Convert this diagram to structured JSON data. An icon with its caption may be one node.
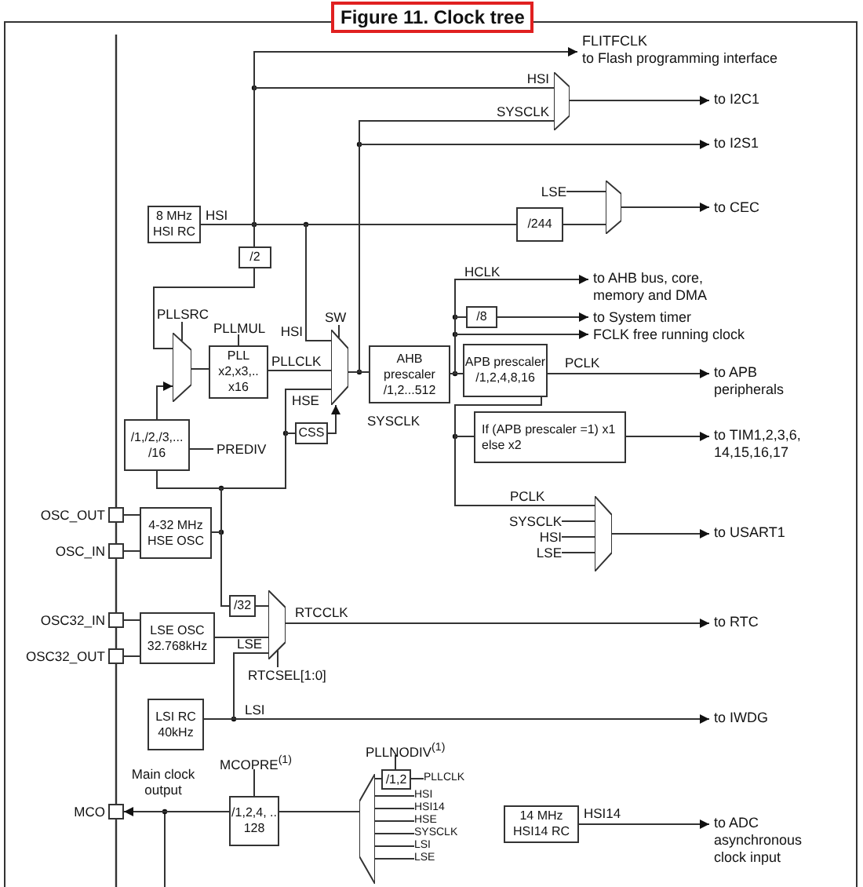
{
  "diagram": {
    "title": "Figure 11. Clock tree",
    "nodes": [
      {
        "text": [
          "8 MHz HSI RC"
        ]
      },
      {
        "text": [
          "/2"
        ]
      },
      {
        "text": [],
        "shape": "trapezoid",
        "beside": [
          "PLLSRC"
        ]
      },
      {
        "text": [
          "PLL x2,x3,.. x16"
        ],
        "beside": [
          "PLLMUL"
        ]
      },
      {
        "text": [],
        "shape": "trapezoid",
        "beside": [
          "SW"
        ]
      },
      {
        "text": [
          "AHB prescaler /1,2...512"
        ]
      },
      {
        "text": [
          "CSS"
        ]
      },
      {
        "text": [
          "/1,/2,/3,... /16"
        ],
        "beside": [
          "PREDIV"
        ]
      },
      {
        "text": [
          "4-32 MHz HSE OSC"
        ]
      },
      {
        "text": [],
        "shape": "box",
        "beside": [
          "OSC_OUT"
        ]
      },
      {
        "text": [],
        "shape": "box",
        "beside": [
          "OSC_IN"
        ]
      },
      {
        "text": [
          "/32"
        ]
      },
      {
        "text": [],
        "shape": "trapezoid",
        "beside": [
          "RTCSEL[1:0]"
        ]
      },
      {
        "text": [
          "LSE OSC 32.768kHz"
        ]
      },
      {
        "text": [],
        "shape": "box",
        "beside": [
          "OSC32_IN"
        ]
      },
      {
        "text": [],
        "shape": "box",
        "beside": [
          "OSC32_OUT"
        ]
      },
      {
        "text": [
          "LSI RC 40kHz"
        ]
      },
      {
        "text": [],
        "shape": "box",
        "beside": [
          "MCO"
        ]
      },
      {
        "text": [
          "/1,2,4, .. 128"
        ],
        "beside": [
          "MCOPRE$^{(1)}$"
        ]
      },
      {
        "text": [],
        "shape": "trapezoid"
      },
      {
        "text": [
          "/1,2"
        ],
        "beside": [
          "PLLNODIV$^{(1)}$"
        ]
      },
      {
        "text": [
          "14 MHz HSI14 RC"
        ]
      },
      {
        "text": [],
        "shape": "trapezoid"
      },
      {
        "text": [],
        "shape": "trapezoid"
      },
      {
        "text": [],
        "shape": "trapezoid"
      },
      {
        "text": [
          "/244"
        ]
      },
      {
        "text": [
          "/8"
        ]
      },
      {
        "text": [
          "APB prescaler /1,2,4,8,16"
        ]
      },
      {
        "text": [
          "If (APB prescaler =1) x1 else x2"
        ]
      },
      {
        "text": [
          "FLITFCLK",
          "to Flash programming interface"
        ]
      },
      {
        "text": [
          "to I2C1"
        ]
      },
      {
        "text": [
          "to I2S1"
        ]
      },
      {
        "text": [
          "to CEC"
        ]
      },
      {
        "text": [
          "to AHB bus, core, memory and DMA"
        ]
      },
      {
        "text": [
          "to System timer"
        ]
      },
      {
        "text": [
          "FCLK free running clock"
        ]
      },
      {
        "text": [
          "to APB peripherals"
        ]
      },
      {
        "text": [
          "to TIM1,2,3,6, 14,15,16,17"
        ]
      },
      {
        "text": [
          "to USART1"
        ]
      },
      {
        "text": [
          "to RTC"
        ]
      },
      {
        "text": [
          "to IWDG"
        ]
      },
      {
        "text": [
          "to ADC asynchronous clock input"
        ]
      },
      {
        "text": [
          "LSE"
        ]
      },
      {
        "text": [
          "SYSCLK"
        ]
      },
      {
        "text": [
          "HSI"
        ]
      },
      {
        "text": [
          "LSE"
        ]
      },
      {
        "text": [
          "PLLCLK"
        ]
      },
      {
        "text": [
          "HSI"
        ]
      },
      {
        "text": [
          "HSI14"
        ]
      },
      {
        "text": [
          "HSE"
        ]
      },
      {
        "text": [
          "SYSCLK"
        ]
      },
      {
        "text": [
          "LSI"
        ]
      },
      {
        "text": [
          "LSE"
        ]
      }
    ],
    "edges": [
      {
        "from": 0,
        "to": 29,
        "arrow": "to"
      },
      {
        "from": 0,
        "to": 23,
        "arrow": "none"
      },
      {
        "from": 0,
        "to": 1,
        "arrow": "none"
      },
      {
        "from": 0,
        "to": 4,
        "arrow": "none"
      },
      {
        "from": 0,
        "to": 25,
        "arrow": "none"
      },
      {
        "from": 25,
        "to": 24,
        "arrow": "none"
      },
      {
        "from": 42,
        "to": 24,
        "arrow": "none"
      },
      {
        "from": 24,
        "to": 32,
        "arrow": "to"
      },
      {
        "from": 23,
        "to": 30,
        "arrow": "to"
      },
      {
        "from": 4,
        "to": 23,
        "arrow": "none"
      },
      {
        "from": 4,
        "to": 31,
        "arrow": "to"
      },
      {
        "from": 4,
        "to": 5,
        "arrow": "none"
      },
      {
        "from": 1,
        "to": 2,
        "arrow": "none"
      },
      {
        "from": 7,
        "to": 2,
        "arrow": "to"
      },
      {
        "from": 2,
        "to": 3,
        "arrow": "none"
      },
      {
        "from": 3,
        "to": 4,
        "arrow": "none"
      },
      {
        "from": 8,
        "to": 7,
        "arrow": "none"
      },
      {
        "from": 8,
        "to": 4,
        "arrow": "none"
      },
      {
        "from": 8,
        "to": 6,
        "arrow": "none"
      },
      {
        "from": 6,
        "to": 4,
        "arrow": "to"
      },
      {
        "from": 8,
        "to": 11,
        "arrow": "none"
      },
      {
        "from": 11,
        "to": 12,
        "arrow": "none"
      },
      {
        "from": 13,
        "to": 12,
        "arrow": "none"
      },
      {
        "from": 16,
        "to": 12,
        "arrow": "none"
      },
      {
        "from": 16,
        "to": 40,
        "arrow": "to"
      },
      {
        "from": 12,
        "to": 39,
        "arrow": "to"
      },
      {
        "from": 9,
        "to": 8,
        "arrow": "none"
      },
      {
        "from": 10,
        "to": 8,
        "arrow": "none"
      },
      {
        "from": 14,
        "to": 13,
        "arrow": "none"
      },
      {
        "from": 15,
        "to": 13,
        "arrow": "none"
      },
      {
        "from": 5,
        "to": 33,
        "arrow": "to"
      },
      {
        "from": 5,
        "to": 26,
        "arrow": "none"
      },
      {
        "from": 26,
        "to": 34,
        "arrow": "to"
      },
      {
        "from": 5,
        "to": 35,
        "arrow": "to"
      },
      {
        "from": 5,
        "to": 27,
        "arrow": "none"
      },
      {
        "from": 27,
        "to": 36,
        "arrow": "to"
      },
      {
        "from": 27,
        "to": 28,
        "arrow": "none"
      },
      {
        "from": 27,
        "to": 22,
        "arrow": "none"
      },
      {
        "from": 28,
        "to": 37,
        "arrow": "to"
      },
      {
        "from": 43,
        "to": 22,
        "arrow": "none"
      },
      {
        "from": 44,
        "to": 22,
        "arrow": "none"
      },
      {
        "from": 45,
        "to": 22,
        "arrow": "none"
      },
      {
        "from": 22,
        "to": 38,
        "arrow": "to"
      },
      {
        "from": 19,
        "to": 18,
        "arrow": "none"
      },
      {
        "from": 18,
        "to": 17,
        "arrow": "to"
      },
      {
        "from": 20,
        "to": 19,
        "arrow": "none"
      },
      {
        "from": 46,
        "to": 20,
        "arrow": "none"
      },
      {
        "from": 47,
        "to": 19,
        "arrow": "none"
      },
      {
        "from": 48,
        "to": 19,
        "arrow": "none"
      },
      {
        "from": 49,
        "to": 19,
        "arrow": "none"
      },
      {
        "from": 50,
        "to": 19,
        "arrow": "none"
      },
      {
        "from": 51,
        "to": 19,
        "arrow": "none"
      },
      {
        "from": 52,
        "to": 19,
        "arrow": "none"
      },
      {
        "from": 21,
        "to": 41,
        "arrow": "to"
      }
    ],
    "labels": [
      "HSI",
      "HSI",
      "SYSCLK",
      "HSI",
      "PLLCLK",
      "HSE",
      "SYSCLK",
      "HCLK",
      "PCLK",
      "PCLK",
      "RTCCLK",
      "LSE",
      "LSI",
      "Main clock output",
      "HSI14"
    ]
  }
}
